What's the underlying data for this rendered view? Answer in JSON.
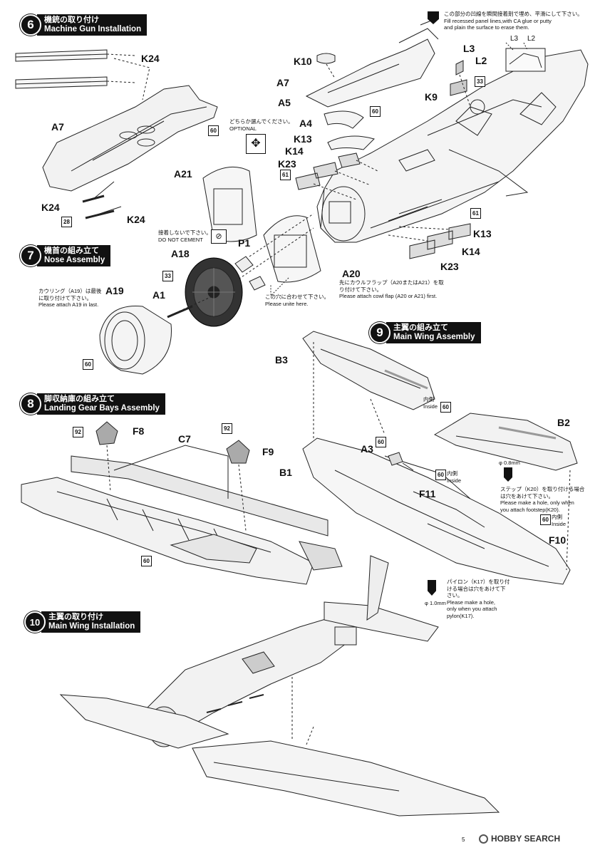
{
  "steps": [
    {
      "num": "6",
      "jp": "機銃の取り付け",
      "en": "Machine Gun Installation"
    },
    {
      "num": "7",
      "jp": "機首の組み立て",
      "en": "Nose Assembly"
    },
    {
      "num": "8",
      "jp": "脚収納庫の組み立て",
      "en": "Landing Gear Bays Assembly"
    },
    {
      "num": "9",
      "jp": "主翼の組み立て",
      "en": "Main Wing Assembly"
    },
    {
      "num": "10",
      "jp": "主翼の取り付け",
      "en": "Main Wing Installation"
    }
  ],
  "parts": {
    "K24a": "K24",
    "A7a": "A7",
    "K24b": "K24",
    "K24c": "K24",
    "K10": "K10",
    "A7b": "A7",
    "A5": "A5",
    "A4": "A4",
    "K13a": "K13",
    "K14a": "K14",
    "K23a": "K23",
    "L3": "L3",
    "L2": "L2",
    "K9": "K9",
    "A21": "A21",
    "P1": "P1",
    "A18": "A18",
    "A1": "A1",
    "A19": "A19",
    "A20": "A20",
    "K13b": "K13",
    "K14b": "K14",
    "K23b": "K23",
    "B3": "B3",
    "B2": "B2",
    "B1": "B1",
    "A3": "A3",
    "F11": "F11",
    "F10": "F10",
    "F8": "F8",
    "F9": "F9",
    "C7": "C7"
  },
  "paints": {
    "p1": "60",
    "p2": "28",
    "p3": "60",
    "p4": "61",
    "p5": "33",
    "p6": "61",
    "p7": "33",
    "p8": "60",
    "p9": "60",
    "p10": "60",
    "p11": "60",
    "p12": "60",
    "p13": "92",
    "p14": "92",
    "p15": "60"
  },
  "notes": {
    "top_right": [
      "この部分の凹線を瞬間接着剤で埋め、平滑にして下さい。",
      "Fill recessed panel lines,with CA glue or putty",
      "and plain the surface to erase them."
    ],
    "top_right_l3": "L3",
    "top_right_l2": "L2",
    "optional": [
      "どちらか選んでください。",
      "OPTIONAL"
    ],
    "do_not_cement": [
      "接着しないで下さい。",
      "DO NOT CEMENT"
    ],
    "cowling": [
      "カウリング（A19）は最後",
      "に取り付けて下さい。",
      "Please attach A19 in last."
    ],
    "unite": [
      "この穴に合わせて下さい。",
      "Please unite here."
    ],
    "cowl_flap": [
      "先にカウルフラップ（A20またはA21）を取",
      "り付けて下さい。",
      "Please attach cowl flap (A20 or A21) first."
    ],
    "inside1": [
      "内側",
      "Inside"
    ],
    "inside2": [
      "内側",
      "Inside"
    ],
    "inside3": [
      "内側",
      "Inside"
    ],
    "step_hole_size": "φ 0.8mm",
    "step_hole": [
      "ステップ（K20）を取り付ける場合",
      "は穴をあけて下さい。",
      "Please make a hole, only when",
      "you attach footstep(K20)."
    ],
    "pylon_hole": [
      "パイロン（K17）を取り付",
      "ける場合は穴をあけて下",
      "さい。",
      "Please make a hole,",
      "only when you attach",
      "pylon(K17)."
    ],
    "pylon_hole_size": "φ 1.0mm"
  },
  "footer": {
    "code": "5",
    "brand": "HOBBY SEARCH"
  }
}
